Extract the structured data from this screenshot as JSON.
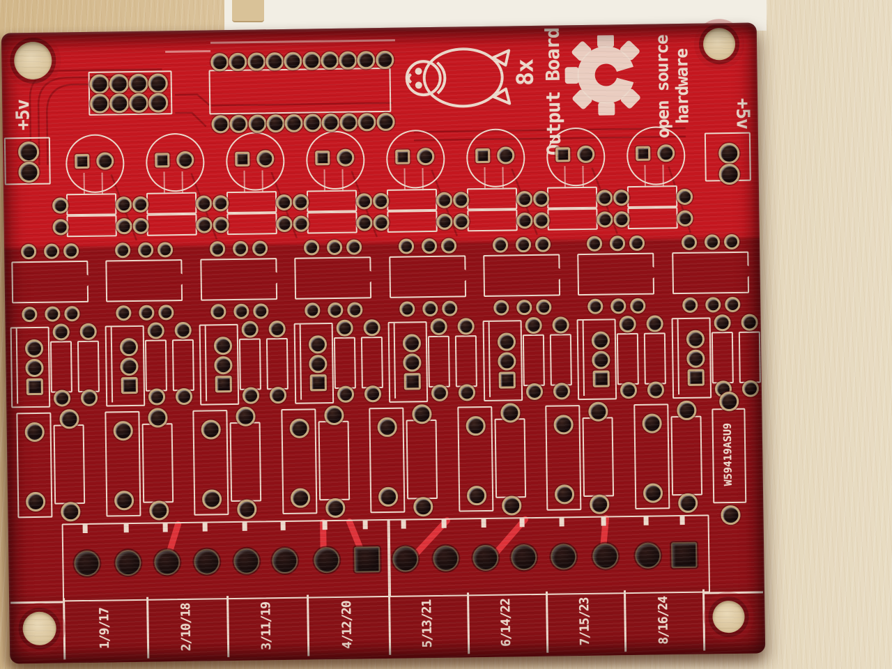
{
  "board": {
    "product": {
      "multiplier": "8x",
      "name": "Output Board"
    },
    "oshw": {
      "line1": "open source",
      "line2": "hardware"
    },
    "power_label_left": "+5v",
    "power_label_right": "+5v",
    "serial_marking": "W59419ASU9",
    "channel_labels": [
      "1/9/17",
      "2/10/18",
      "3/11/19",
      "4/12/20",
      "5/13/21",
      "6/14/22",
      "7/15/23",
      "8/16/24"
    ],
    "icons": [
      "tux-penguin-icon",
      "oshw-gear-icon"
    ]
  },
  "colors": {
    "soldermask_bright": "#c4171f",
    "soldermask_dark": "#8e1016",
    "silkscreen": "#ecd9cb",
    "pad_ring": "#c3a87e",
    "drill_hole": "#170b0a",
    "exposed_copper": "#e5353c",
    "wood_background": "#dcc49c",
    "paper_background": "#f2eee4"
  }
}
